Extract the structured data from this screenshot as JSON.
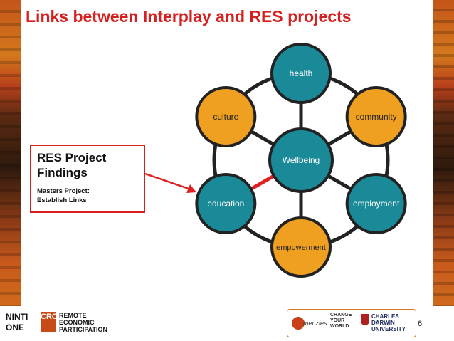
{
  "slide": {
    "title": "Links between Interplay and RES projects",
    "page_number": "6"
  },
  "res_box": {
    "heading": "RES Project Findings",
    "subheading": "Masters Project: Establish Links"
  },
  "diagram": {
    "center": {
      "label": "Wellbeing",
      "color": "#1a8a99"
    },
    "nodes": [
      {
        "label": "health",
        "color": "#1a8a99"
      },
      {
        "label": "community",
        "color": "#f0a020"
      },
      {
        "label": "employment",
        "color": "#1a8a99"
      },
      {
        "label": "empowerment",
        "color": "#f0a020"
      },
      {
        "label": "education",
        "color": "#1a8a99"
      },
      {
        "label": "culture",
        "color": "#f0a020"
      }
    ],
    "highlight_link": "education-Wellbeing",
    "highlight_color": "#e02020"
  },
  "footer": {
    "logo_ninti": "NINTI ONE",
    "logo_crc": "CRC",
    "logo_remote": "REMOTE ECONOMIC PARTICIPATION",
    "partner_menzies": "menzies",
    "partner_change": "CHANGE YOUR WORLD",
    "partner_cdu": "CHARLES DARWIN UNIVERSITY"
  }
}
